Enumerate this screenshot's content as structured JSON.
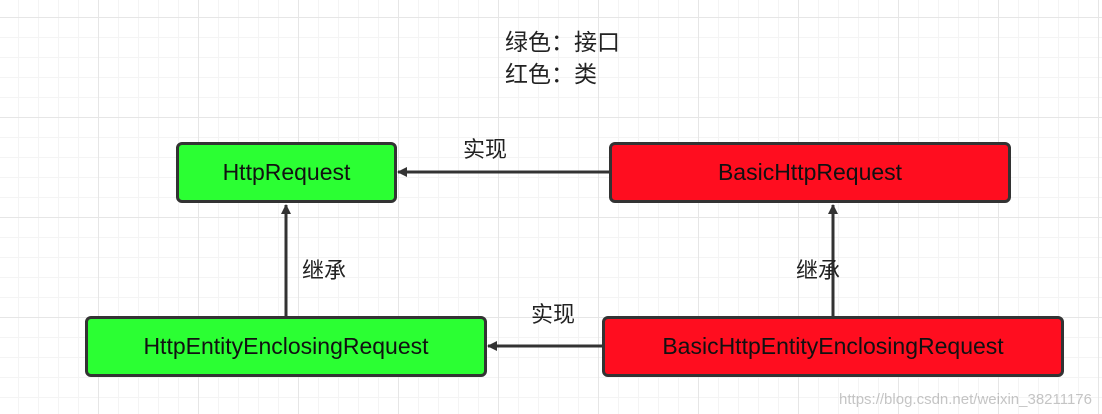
{
  "legend": {
    "green": "绿色：接口",
    "red": "红色：类"
  },
  "nodes": {
    "http_request": "HttpRequest",
    "basic_http_request": "BasicHttpRequest",
    "http_entity_enclosing_request": "HttpEntityEnclosingRequest",
    "basic_http_entity_enclosing_request": "BasicHttpEntityEnclosingRequest"
  },
  "edges": {
    "implements_top": "实现",
    "implements_bottom": "实现",
    "extends_left": "继承",
    "extends_right": "继承"
  },
  "colors": {
    "interface": "#2bff33",
    "class": "#ff0d1f",
    "border": "#333333"
  },
  "watermark": "https://blog.csdn.net/weixin_38211176"
}
